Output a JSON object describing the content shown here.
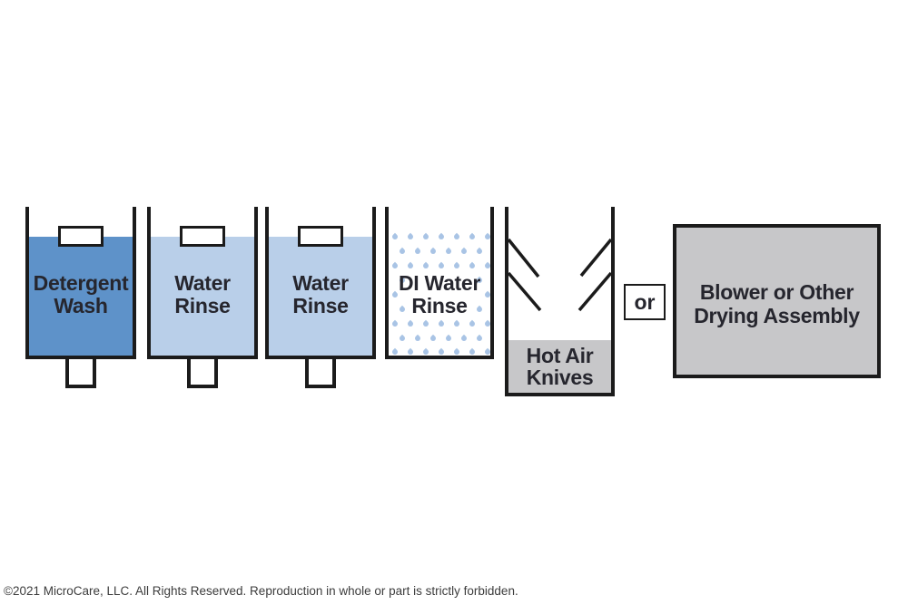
{
  "diagram": {
    "tanks": [
      {
        "label": "Detergent\nWash",
        "type": "liquid-detergent"
      },
      {
        "label": "Water\nRinse",
        "type": "liquid-rinse"
      },
      {
        "label": "Water\nRinse",
        "type": "liquid-rinse"
      },
      {
        "label": "DI Water\nRinse",
        "type": "spray"
      },
      {
        "label": "Hot Air\nKnives",
        "type": "air-knives"
      }
    ],
    "connector_label": "or",
    "drying_box_label": "Blower or Other\nDrying Assembly"
  },
  "footer": {
    "copyright": "©2021 MicroCare, LLC. All Rights Reserved. Reproduction in whole or part is strictly forbidden."
  },
  "colors": {
    "ink": "#1b1b1b",
    "label": "#26262e",
    "detergent": "#5e92c9",
    "rinse": "#b9cfe9",
    "droplet": "#a9c4e5",
    "gray": "#c7c7c9"
  }
}
